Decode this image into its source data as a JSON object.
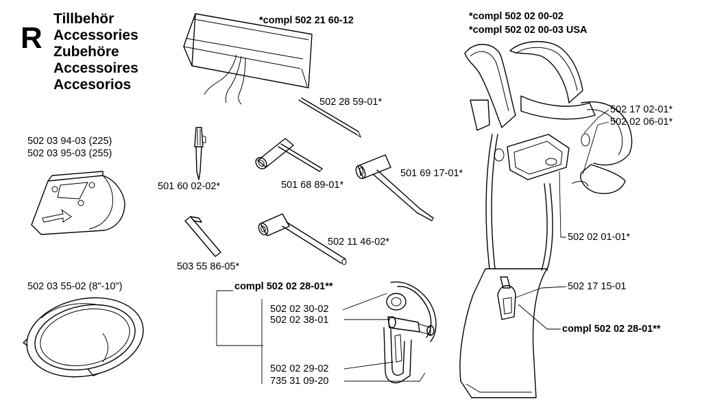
{
  "header": {
    "section_letter": "R",
    "titles": [
      "Tillbehör",
      "Accessories",
      "Zubehöre",
      "Accessoires",
      "Accesorios"
    ]
  },
  "labels": {
    "bag": "*compl 502 21 60-12",
    "harness_1": "*compl 502 02 00-02",
    "harness_2": "*compl 502 02 00-03 USA",
    "guard_1": "502 03 94-03 (225)",
    "guard_2": "502 03 95-03 (255)",
    "rod": "502 28 59-01*",
    "screwdriver": "501 60 02-02*",
    "tbar_wrench": "501 68 89-01*",
    "spark_wrench": "501 69 17-01*",
    "hex_key": "503 55 86-05*",
    "combi_wrench": "502 11 46-02*",
    "ring_guard": "502 03 55-02 (8\"-10\")",
    "hook_compl": "compl 502 02 28-01**",
    "hook_p1": "502 02 30-02",
    "hook_p2": "502 02 38-01",
    "hook_p3": "502 02 29-02",
    "hook_p4": "735 31 09-20",
    "harness_p1": "502 17 02-01*",
    "harness_p2": "502 02 06-01*",
    "harness_p3": "502 02 01-01*",
    "harness_p4": "502 17 15-01",
    "harness_p5": "compl 502 02 28-01**"
  }
}
